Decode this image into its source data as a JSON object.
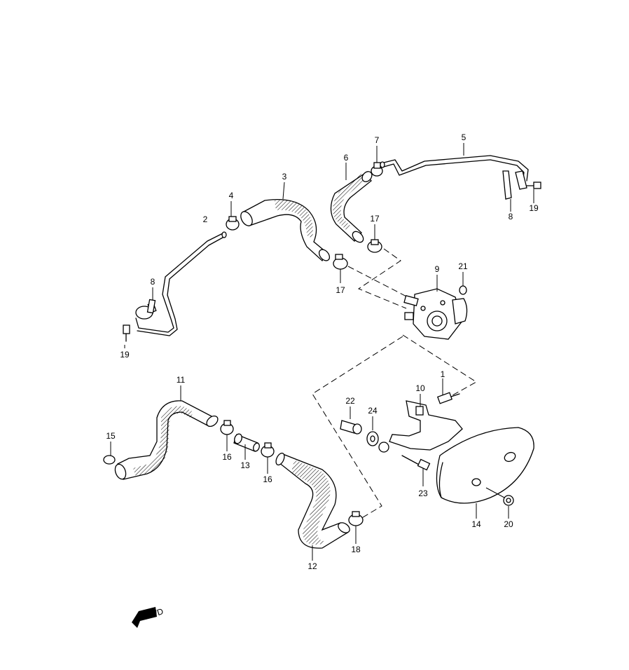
{
  "parts": {
    "p1": "1",
    "p2": "2",
    "p3": "3",
    "p4": "4",
    "p5": "5",
    "p6": "6",
    "p7": "7",
    "p8a": "8",
    "p8b": "8",
    "p9": "9",
    "p10": "10",
    "p11": "11",
    "p12": "12",
    "p13": "13",
    "p14": "14",
    "p15": "15",
    "p16a": "16",
    "p16b": "16",
    "p17a": "17",
    "p17b": "17",
    "p18": "18",
    "p19a": "19",
    "p19b": "19",
    "p20": "20",
    "p21": "21",
    "p22": "22",
    "p23": "23",
    "p24": "24"
  },
  "fwd_marker": "FWD"
}
